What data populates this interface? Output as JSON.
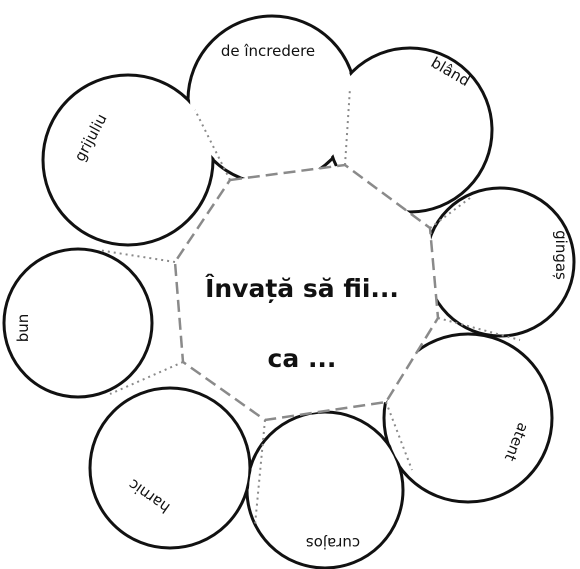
{
  "center": {
    "line1": "Învață să fii...",
    "line2": "ca ..."
  },
  "petals": [
    {
      "label": "de încredere"
    },
    {
      "label": "blând"
    },
    {
      "label": "gingaș"
    },
    {
      "label": "atent"
    },
    {
      "label": "curajos"
    },
    {
      "label": "harnic"
    },
    {
      "label": "bun"
    },
    {
      "label": "grijuliu"
    }
  ],
  "colors": {
    "outline": "#111111",
    "dashes": "#888888",
    "background": "#ffffff"
  }
}
